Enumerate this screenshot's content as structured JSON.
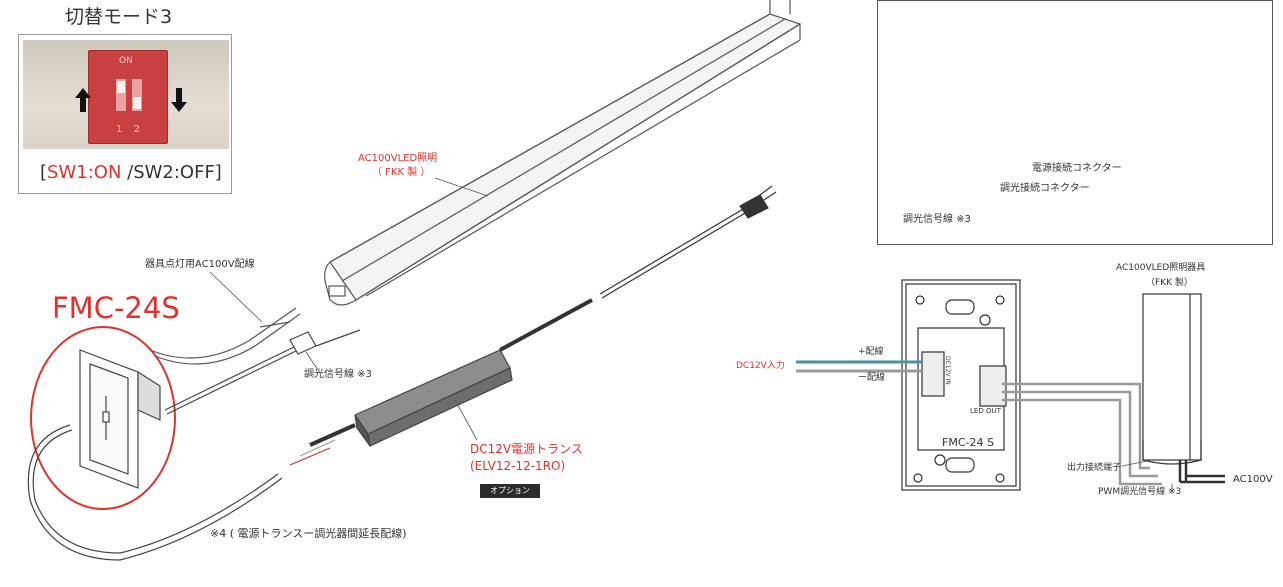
{
  "switch_panel": {
    "title": "切替モード3",
    "dip_on_label": "ON",
    "dip_numbers": "1 2",
    "caption_prefix": "[",
    "caption_sw1": "SW1:ON",
    "caption_rest": " /SW2:OFF]"
  },
  "main_diagram": {
    "light_label_line1": "AC100VLED照明",
    "light_label_line2": "（ FKK 製 ）",
    "wiring_label": "器具点灯用AC100V配線",
    "product_name": "FMC-24S",
    "dimmer_signal_label": "調光信号線 ※3",
    "transformer_line1": "DC12V電源トランス",
    "transformer_line2": "(ELV12-12-1RO)",
    "option_badge": "オプション",
    "extension_note": "※4 ( 電源トランスー調光器間延長配線)"
  },
  "inset": {
    "power_connector": "電源接続コネクター",
    "dimmer_connector": "調光接続コネクター",
    "dimmer_signal": "調光信号線  ※3"
  },
  "wiring_diagram": {
    "fixture_line1": "AC100VLED照明器具",
    "fixture_line2": "（FKK 製）",
    "plus_wire": "+配線",
    "minus_wire": "ー配線",
    "dc_input": "DC12V入力",
    "in_label": "DC12V IN",
    "led_out": "LED OUT",
    "model": "FMC-24 S",
    "output_terminal": "出力接続端子",
    "ac100v": "AC100V",
    "pwm_signal": "PWM調光信号線  ※3"
  },
  "colors": {
    "accent_red": "#e0322d",
    "wire_blue": "#4a8fa8",
    "wire_gray": "#9a9a9a",
    "line": "#333333"
  }
}
